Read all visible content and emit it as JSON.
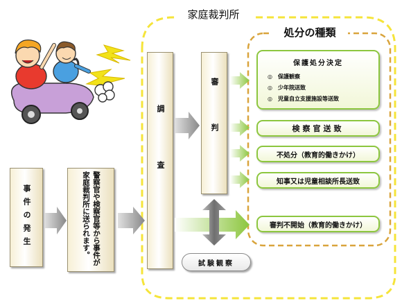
{
  "court": {
    "title": "家庭裁判所"
  },
  "disposition": {
    "title": "処分の種類"
  },
  "left": {
    "event_label": "事件の発生",
    "sent_label": "警察官や検察官等から事件が家庭裁判所に送られます。"
  },
  "investigation": {
    "label": "調査"
  },
  "hearing": {
    "label": "審判"
  },
  "trial_observation": {
    "label": "試験観察"
  },
  "results": {
    "protective": {
      "title": "保護処分決定",
      "items": [
        "保護観察",
        "少年院送致",
        "児童自立支援施設等送致"
      ]
    },
    "prosecutor": "検察官送致",
    "no_disposition": "不処分（教育的働きかけ）",
    "governor": "知事又は児童相談所長送致",
    "no_hearing": "審判不開始（教育的働きかけ）"
  },
  "colors": {
    "dashed_yellow": "#f5e43a",
    "dashed_orange": "#d9a43c",
    "green": "#8cc63e",
    "gray_arrow": "#9a9a9a"
  }
}
